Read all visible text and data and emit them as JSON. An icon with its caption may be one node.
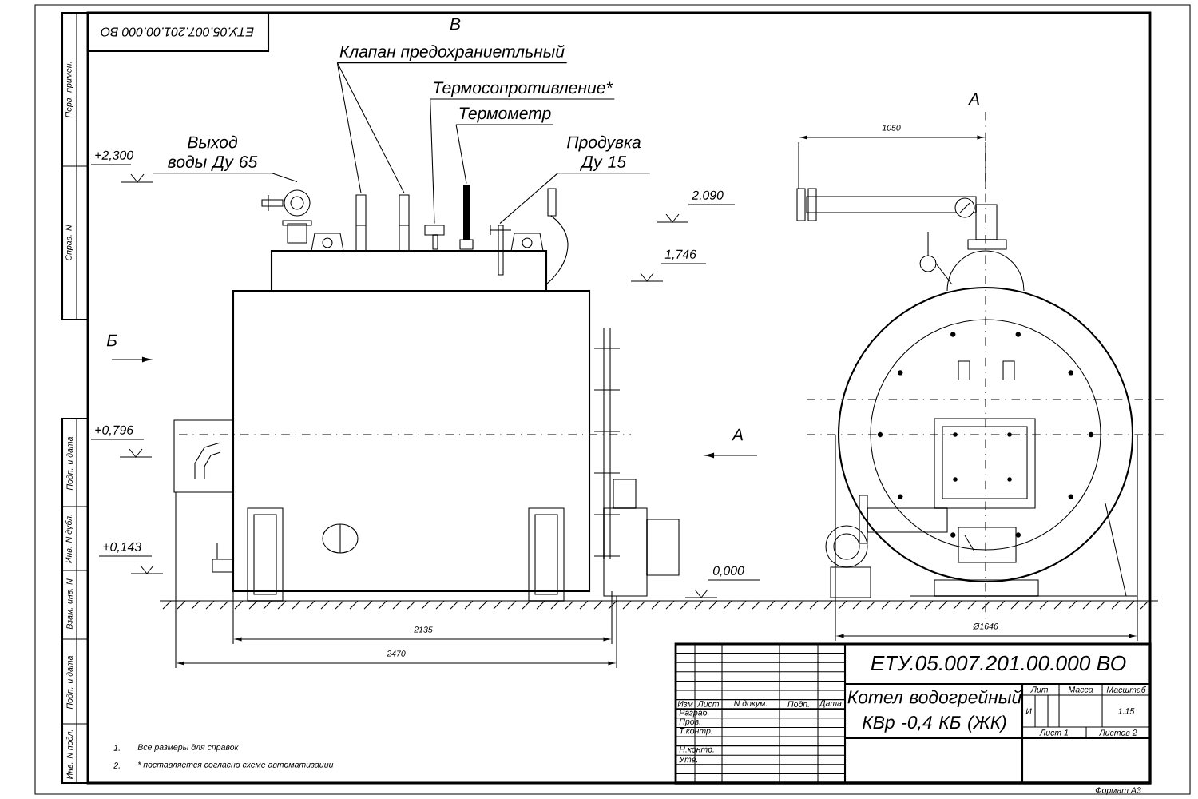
{
  "diagram": {
    "nodes": [
      {
        "text": [
          "Выход воды Ду 65"
        ]
      },
      {
        "text": [],
        "shape": "picture"
      },
      {
        "text": [
          "Клапан предохраниетльный"
        ]
      },
      {
        "text": [],
        "shape": "picture"
      },
      {
        "text": [],
        "shape": "picture"
      },
      {
        "text": [
          "Термосопротивление*"
        ]
      },
      {
        "text": [],
        "shape": "picture"
      },
      {
        "text": [
          "Термометр"
        ]
      },
      {
        "text": [],
        "shape": "picture"
      },
      {
        "text": [
          "Продувка Ду 15"
        ]
      },
      {
        "text": [],
        "shape": "picture"
      }
    ],
    "edges": [
      {
        "from": 0,
        "to": 1,
        "arrow": "none"
      },
      {
        "from": 2,
        "to": 3,
        "arrow": "none"
      },
      {
        "from": 2,
        "to": 4,
        "arrow": "none"
      },
      {
        "from": 5,
        "to": 6,
        "arrow": "none"
      },
      {
        "from": 7,
        "to": 8,
        "arrow": "none"
      },
      {
        "from": 9,
        "to": 10,
        "arrow": "none"
      }
    ],
    "labels": [
      "ЕТУ.05.007.201.00.000 ВО",
      "Перв. примен.",
      "Справ. N",
      "Подп. и дата",
      "Инв. N дубл.",
      "Взам. инв. N",
      "Подп. и дата",
      "Инв. N подл.",
      "В",
      "+2,300",
      "2,090",
      "1,746",
      "А",
      "1050",
      "Б",
      "+0,796",
      "А",
      "+0,143",
      "0,000",
      "2135",
      "Ø1646",
      "2470",
      "1.",
      "Все размеры для справок",
      "2.",
      "* поставляется согласно схеме автоматизации",
      "ЕТУ.05.007.201.00.000 ВО",
      "Изм",
      "Лист",
      "N докум.",
      "Подп.",
      "Дата",
      "Разраб.",
      "Пров.",
      "Т.контр.",
      "Н.контр.",
      "Утв.",
      "Котел водогрейный КВр -0,4 КБ (ЖК)",
      "Лит.",
      "Масса",
      "Масштаб",
      "И",
      "1:15",
      "Лист 1",
      "Листов 2",
      "Формат А3"
    ]
  }
}
